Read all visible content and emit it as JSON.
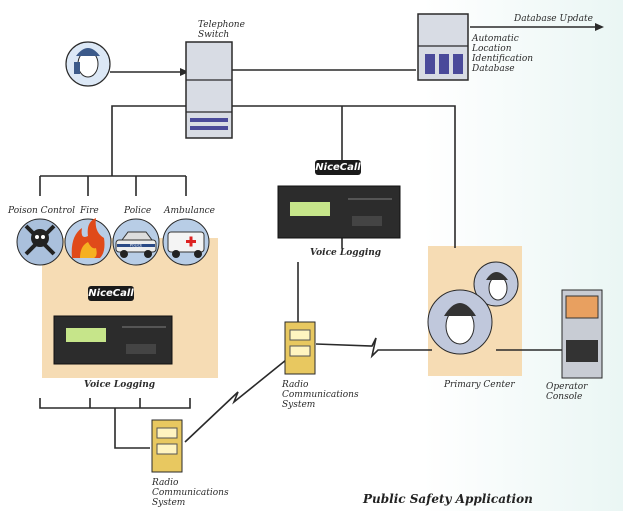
{
  "labels": {
    "telephone_switch": "Telephone\nSwitch",
    "database_update": "Database Update",
    "ali_database": "Automatic\nLocation\nIdentification\nDatabase",
    "poison_control": "Poison Control",
    "fire": "Fire",
    "police": "Police",
    "ambulance": "Ambulance",
    "voice_logging_center": "Voice Logging",
    "voice_logging_left": "Voice Logging",
    "radio_comms_mid": "Radio\nCommunications\nSystem",
    "radio_comms_bottom": "Radio\nCommunications\nSystem",
    "primary_center": "Primary Center",
    "operator_console": "Operator Console",
    "logo_center": "NiceCall",
    "logo_left": "NiceCall",
    "police_car_text": "POLICE"
  },
  "title": "Public Safety Application",
  "colors": {
    "line": "#2a2a2a",
    "panel_tan": "#f6dcb4",
    "device_dark": "#2c2c2c",
    "screen_green": "#c6e58a",
    "radio_yellow": "#e8c860"
  }
}
